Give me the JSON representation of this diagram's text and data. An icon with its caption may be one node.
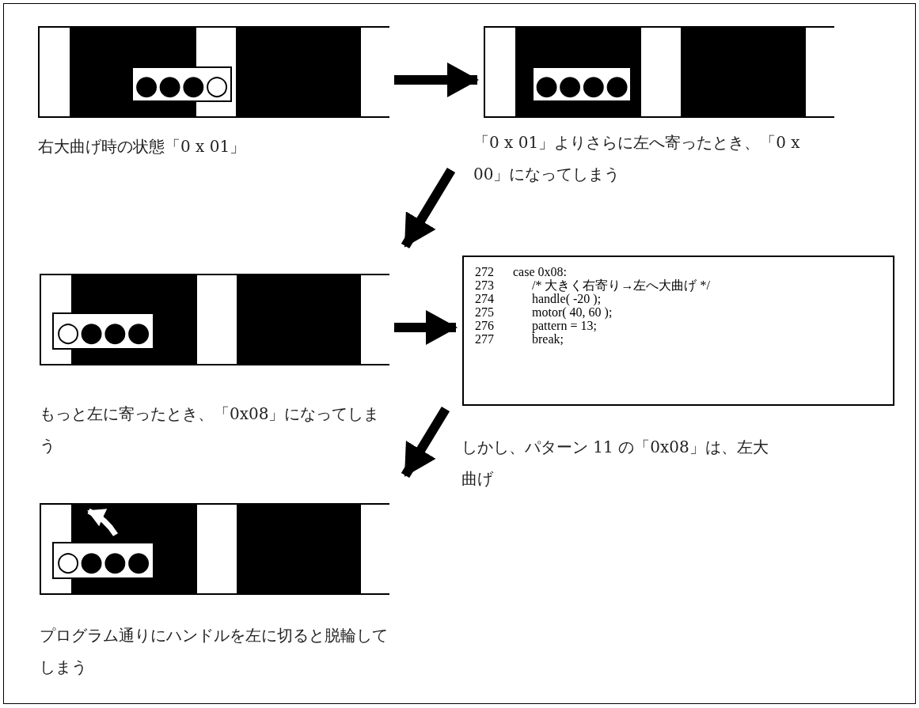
{
  "diagram": {
    "nodes": [
      {
        "text": [],
        "shape": "box",
        "beside": [
          "右大曲げ時の状態「0 x 01」"
        ]
      },
      {
        "text": [
          "●●●○"
        ],
        "in": 0
      },
      {
        "text": [],
        "shape": "box",
        "beside": [
          "「0 x 01」よりさらに左へ寄ったとき、「0 x 00」になってしまう"
        ]
      },
      {
        "text": [
          "●●●●"
        ],
        "in": 2
      },
      {
        "text": [],
        "shape": "box",
        "beside": [
          "もっと左に寄ったとき、「0x08」になってしまう"
        ]
      },
      {
        "text": [
          "○●●●"
        ],
        "in": 4
      },
      {
        "text": [
          "272 case 0x08:",
          "273 /* 大きく右寄り→左へ大曲げ */",
          "274 handle( -20 );",
          "275 motor( 40, 60 );",
          "276 pattern = 13;",
          "277 break;"
        ],
        "beside": [
          "しかし、パターン 11 の「0x08」は、左大曲げ"
        ]
      },
      {
        "text": [],
        "shape": "box",
        "beside": [
          "プログラム通りにハンドルを左に切ると脱輪してしまう"
        ]
      },
      {
        "text": [
          "○●●●"
        ],
        "in": 7
      }
    ],
    "edges": [
      {
        "from": 0,
        "to": 2,
        "arrow": "to"
      },
      {
        "from": 2,
        "to": 4,
        "arrow": "to"
      },
      {
        "from": 4,
        "to": 6,
        "arrow": "to"
      },
      {
        "from": 6,
        "to": 7,
        "arrow": "to"
      }
    ]
  }
}
